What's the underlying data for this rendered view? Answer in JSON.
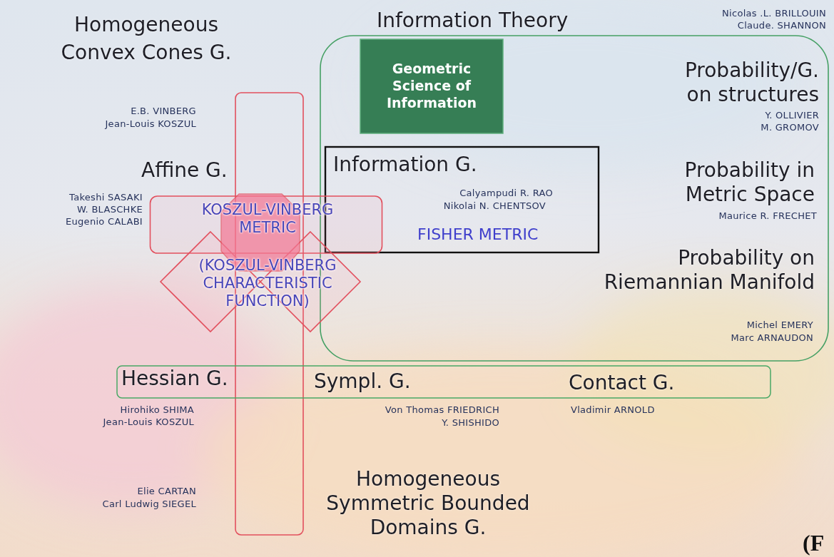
{
  "diagram": {
    "nodes": [
      {
        "text": [
          "Information Theory",
          "Nicolas .L. BRILLOUIN",
          "Claude. SHANNON",
          "Probability/G. on structures",
          "Y. OLLIVIER",
          "M. GROMOV",
          "Probability in Metric Space",
          "Maurice R. FRECHET",
          "Probability on Riemannian Manifold",
          "Michel EMERY",
          "Marc ARNAUDON"
        ]
      },
      {
        "text": [
          "Geometric Science of Information"
        ],
        "in": 0
      },
      {
        "text": [
          "Information G.",
          "Calyampudi R. RAO",
          "Nikolai N. CHENTSOV",
          "FISHER METRIC"
        ],
        "in": 0
      },
      {
        "text": [
          "KOSZUL-VINBERG METRIC",
          "(KOSZUL-VINBERG CHARACTERISTIC FUNCTION)"
        ]
      },
      {
        "text": [
          "Hessian G.",
          "Sympl. G.",
          "Contact G."
        ]
      }
    ],
    "labels": [
      "Homogeneous Convex Cones G.",
      "E.B. VINBERG",
      "Jean-Louis KOSZUL",
      "Affine G.",
      "Takeshi SASAKI",
      "W. BLASCHKE",
      "Eugenio CALABI",
      "Hirohiko SHIMA",
      "Jean-Louis KOSZUL",
      "Von Thomas FRIEDRICH",
      "Y. SHISHIDO",
      "Vladimir ARNOLD",
      "Elie CARTAN",
      "Carl Ludwig SIEGEL",
      "Homogeneous Symmetric Bounded Domains G.",
      "(F"
    ]
  }
}
